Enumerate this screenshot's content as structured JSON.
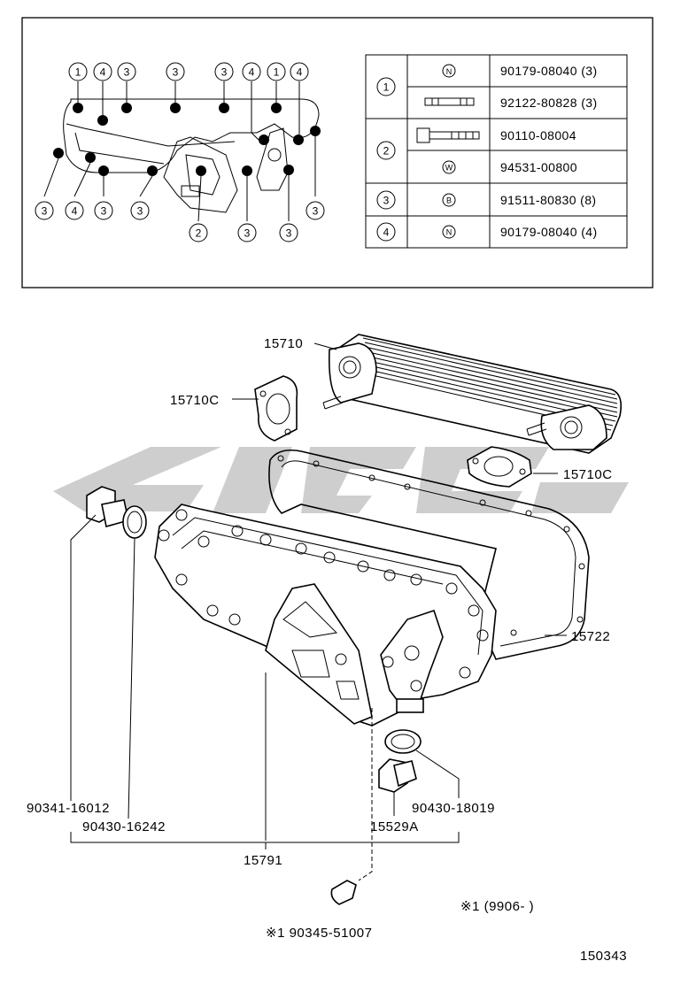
{
  "inset": {
    "callouts_top": [
      "1",
      "4",
      "3",
      "3",
      "3",
      "4",
      "1",
      "4"
    ],
    "callouts_bottom": [
      "3",
      "4",
      "3",
      "3",
      "2",
      "3",
      "3",
      "3"
    ],
    "table": [
      {
        "ref": "1",
        "symbol": "N",
        "part": "90179-08040 (3)"
      },
      {
        "ref": "",
        "symbol": "",
        "part": "92122-80828 (3)"
      },
      {
        "ref": "2",
        "symbol": "",
        "part": "90110-08004"
      },
      {
        "ref": "",
        "symbol": "W",
        "part": "94531-00800"
      },
      {
        "ref": "3",
        "symbol": "B",
        "part": "91511-80830 (8)"
      },
      {
        "ref": "4",
        "symbol": "N",
        "part": "90179-08040 (4)"
      }
    ]
  },
  "labels": {
    "cooler": "15710",
    "gasket_left": "15710C",
    "gasket_right": "15710C",
    "cover_gasket": "15722",
    "plug_left": "90341-16012",
    "gasket_plug_left": "90430-16242",
    "cover": "15791",
    "gasket_plug_right": "90430-18019",
    "plug_right": "15529A",
    "note_part": "※1 90345-51007",
    "note_date": "※1 (9906-      )",
    "diagram_no": "150343"
  }
}
